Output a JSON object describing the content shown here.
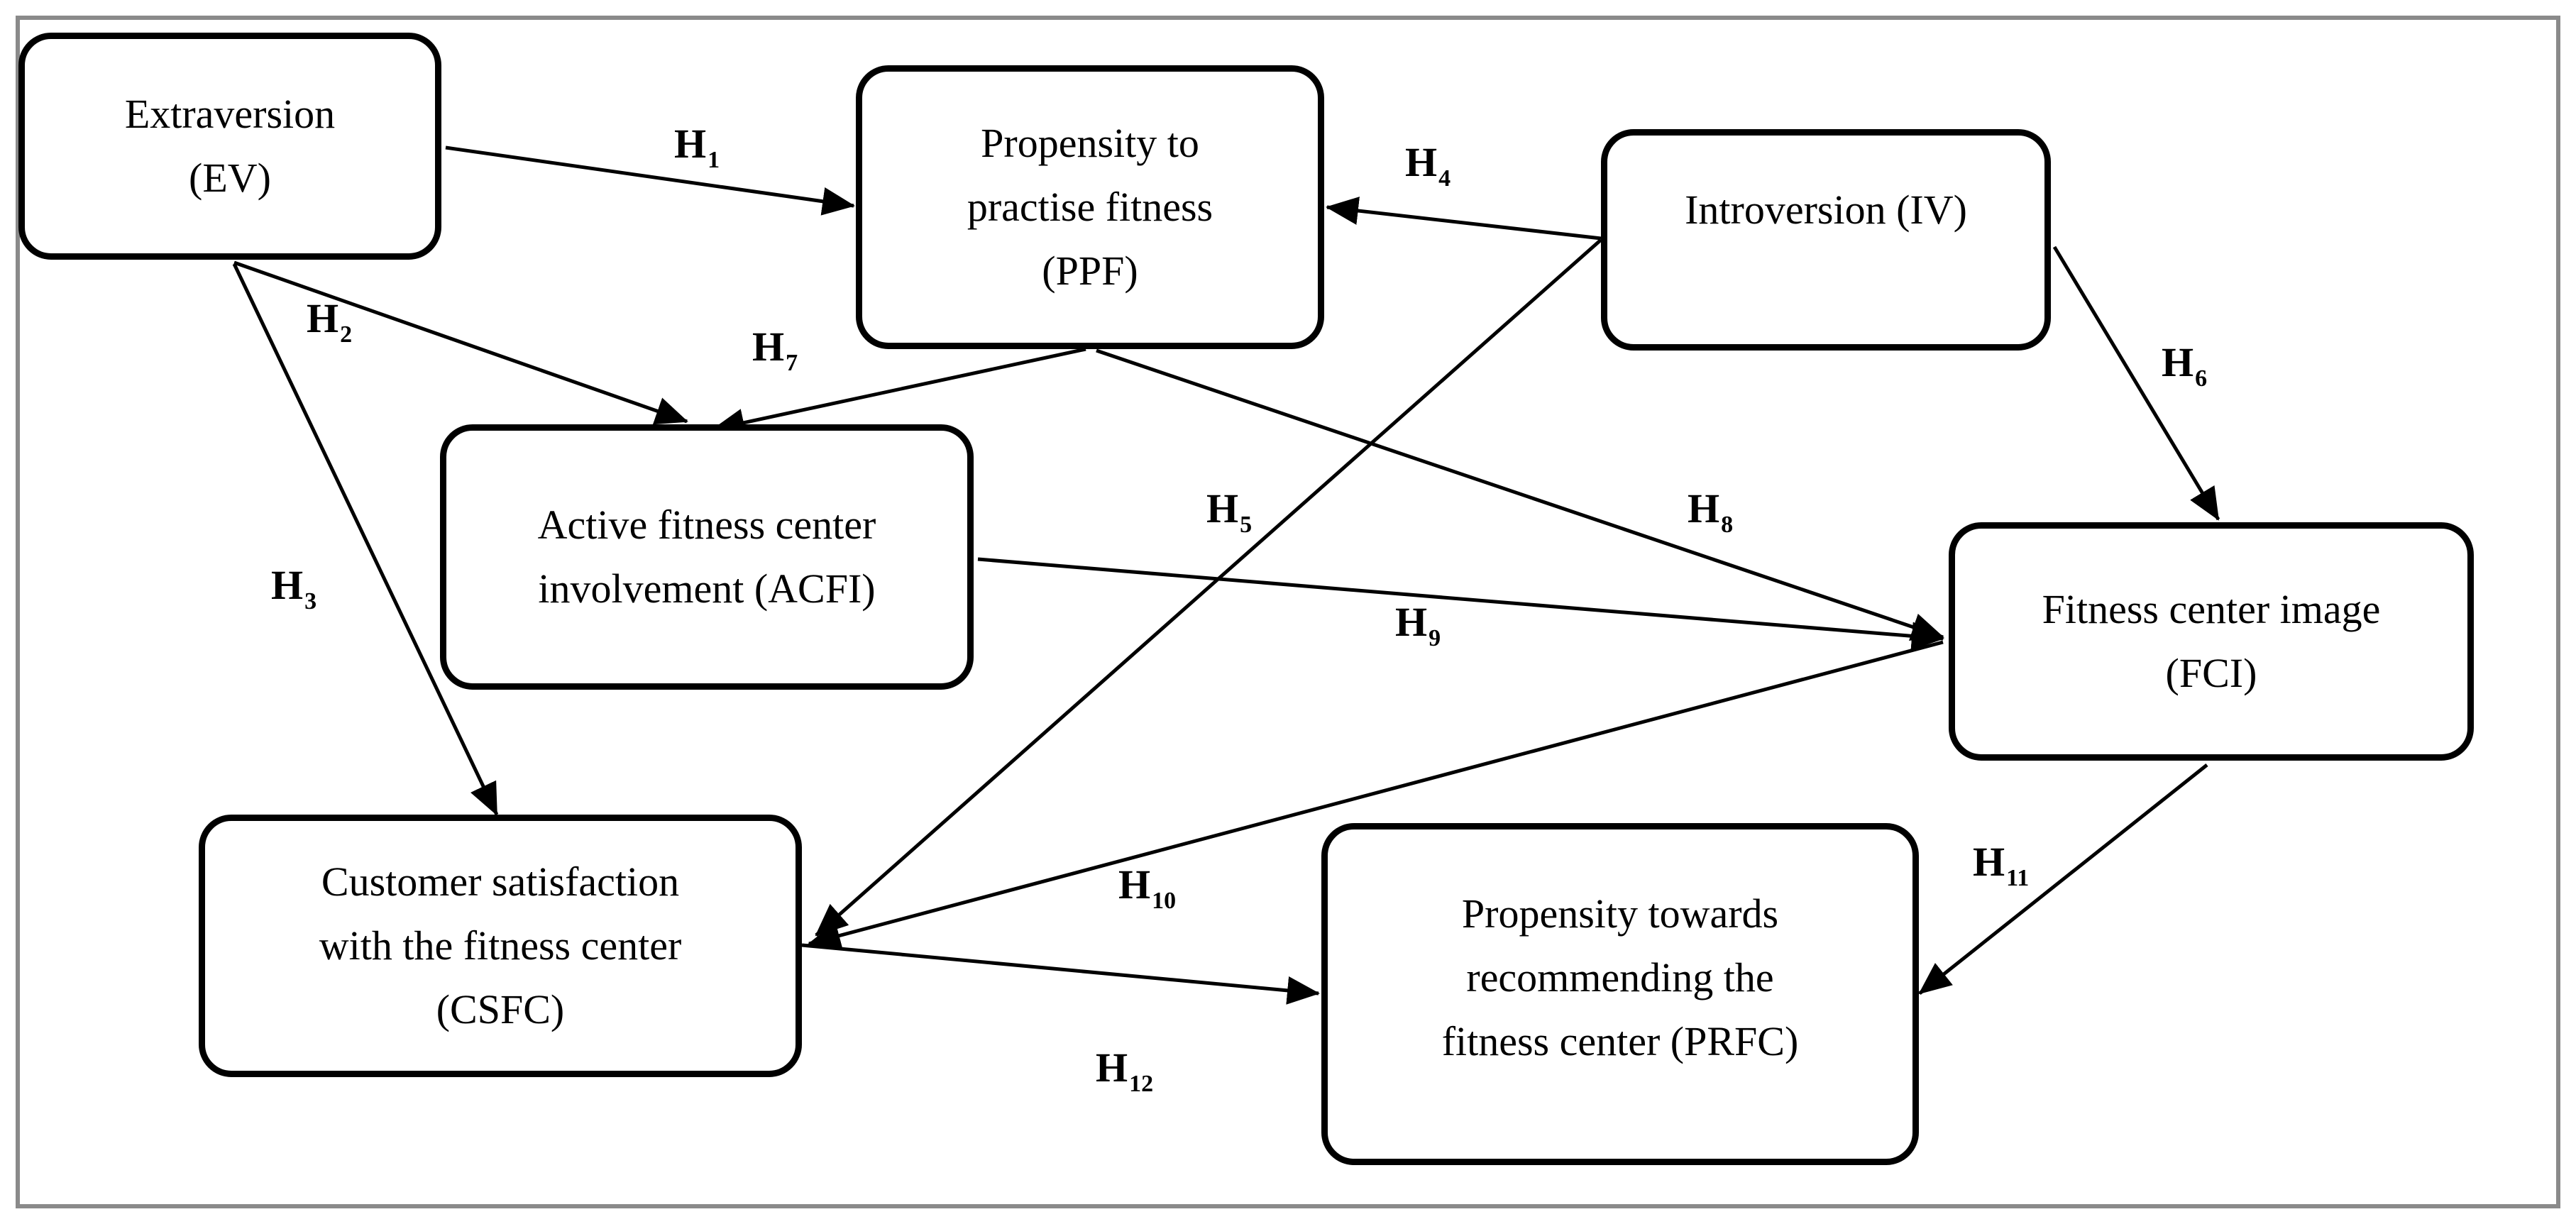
{
  "nodes": {
    "ev": {
      "lines": [
        "Extraversion",
        "(EV)"
      ]
    },
    "ppf": {
      "lines": [
        "Propensity to",
        "practise fitness",
        "(PPF)"
      ]
    },
    "iv": {
      "lines": [
        "Introversion (IV)"
      ]
    },
    "acfi": {
      "lines": [
        "Active fitness center",
        "involvement (ACFI)"
      ]
    },
    "fci": {
      "lines": [
        "Fitness center image",
        "(FCI)"
      ]
    },
    "csfc": {
      "lines": [
        "Customer satisfaction",
        "with the fitness center",
        "(CSFC)"
      ]
    },
    "prfc": {
      "lines": [
        "Propensity towards",
        "recommending the",
        "fitness center (PRFC)"
      ]
    }
  },
  "hypotheses": [
    {
      "id": "h1",
      "letter": "H",
      "index": "1",
      "from": "ev",
      "to": "ppf"
    },
    {
      "id": "h2",
      "letter": "H",
      "index": "2",
      "from": "ev",
      "to": "acfi"
    },
    {
      "id": "h3",
      "letter": "H",
      "index": "3",
      "from": "ev",
      "to": "csfc"
    },
    {
      "id": "h4",
      "letter": "H",
      "index": "4",
      "from": "iv",
      "to": "ppf"
    },
    {
      "id": "h5",
      "letter": "H",
      "index": "5",
      "from": "iv",
      "to": "csfc"
    },
    {
      "id": "h6",
      "letter": "H",
      "index": "6",
      "from": "iv",
      "to": "fci"
    },
    {
      "id": "h7",
      "letter": "H",
      "index": "7",
      "from": "ppf",
      "to": "acfi"
    },
    {
      "id": "h8",
      "letter": "H",
      "index": "8",
      "from": "ppf",
      "to": "fci"
    },
    {
      "id": "h9",
      "letter": "H",
      "index": "9",
      "from": "acfi",
      "to": "fci"
    },
    {
      "id": "h10",
      "letter": "H",
      "index": "10",
      "from": "fci",
      "to": "csfc"
    },
    {
      "id": "h11",
      "letter": "H",
      "index": "11",
      "from": "fci",
      "to": "prfc"
    },
    {
      "id": "h12",
      "letter": "H",
      "index": "12",
      "from": "csfc",
      "to": "prfc"
    }
  ],
  "colors": {
    "stroke": "#000000",
    "frame": "#8a8a8a",
    "background": "#ffffff"
  }
}
